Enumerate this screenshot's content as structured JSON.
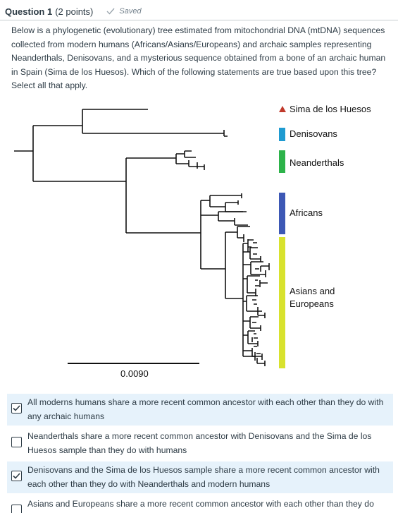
{
  "question": {
    "title": "Question 1",
    "points": "(2 points)",
    "saved_label": "Saved",
    "prompt": "Below is a phylogenetic (evolutionary) tree estimated from mitochondrial DNA (mtDNA) sequences collected from modern humans (Africans/Asians/Europeans) and archaic samples representing Neanderthals, Denisovans, and a mysterious sequence obtained from a bone of an archaic human in Spain (Sima de los Huesos). Which of the following statements are true based upon this tree? Select all that apply."
  },
  "figure": {
    "legend": [
      {
        "label": "Sima de los Huesos",
        "color": "#c0392b",
        "marker": "triangle"
      },
      {
        "label": "Denisovans",
        "color": "#1f9bd1",
        "marker": "bar"
      },
      {
        "label": "Neanderthals",
        "color": "#2db34a",
        "marker": "bar"
      },
      {
        "label": "Africans",
        "color": "#3d58b5",
        "marker": "bar"
      },
      {
        "label": "Asians and Europeans",
        "color": "#d8e22e",
        "marker": "bar"
      }
    ],
    "scale_label": "0.0090"
  },
  "answers": [
    {
      "text": "All moderns humans share a more recent common ancestor with each other than they do with any archaic humans",
      "checked": true
    },
    {
      "text": "Neanderthals share a more recent common ancestor with Denisovans and the Sima de los Huesos sample than they do with humans",
      "checked": false
    },
    {
      "text": "Denisovans and the Sima de los Huesos sample share a more recent common ancestor with each other than they do with Neanderthals and modern humans",
      "checked": true
    },
    {
      "text": "Asians and Europeans share a more recent common ancestor with each other than they do with Africans",
      "checked": false
    }
  ]
}
